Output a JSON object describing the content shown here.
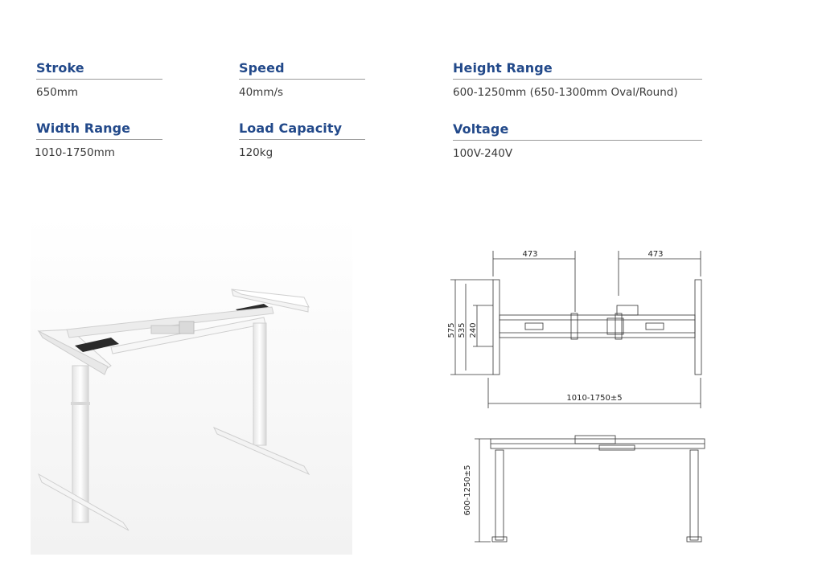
{
  "specs": [
    {
      "title": "Stroke",
      "value": "650mm"
    },
    {
      "title": "Speed",
      "value": "40mm/s"
    },
    {
      "title": "Height Range",
      "value": "600-1250mm (650-1300mm Oval/Round)"
    },
    {
      "title": "Width Range",
      "value": "1010-1750mm"
    },
    {
      "title": "Load Capacity",
      "value": "120kg"
    },
    {
      "title": "Voltage",
      "value": "100V-240V"
    }
  ],
  "top_drawing": {
    "dim_left_top": "473",
    "dim_right_top": "473",
    "dim_575": "575",
    "dim_535": "535",
    "dim_240": "240",
    "dim_width": "1010-1750±5"
  },
  "front_drawing": {
    "dim_height": "600-1250±5"
  },
  "colors": {
    "title": "#22498a",
    "rule": "#9a9a9a",
    "text": "#3a3a3a"
  }
}
